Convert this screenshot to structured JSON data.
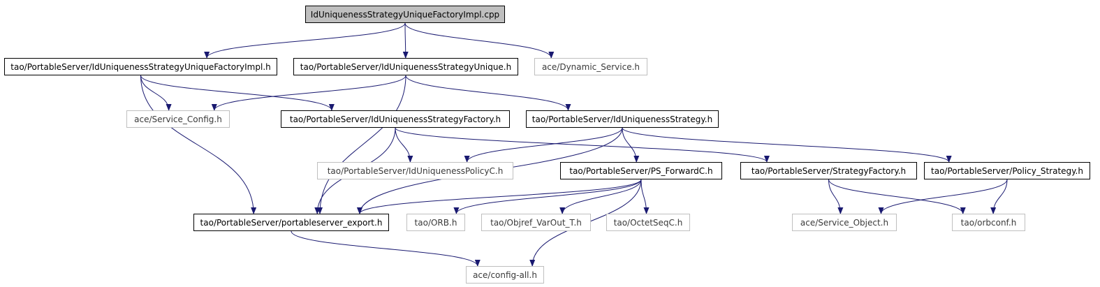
{
  "colors": {
    "edge": "#191970",
    "root_fill": "#bfbfbf",
    "external_border": "#bfbfbf",
    "documented_border": "#000000"
  },
  "nodes": {
    "root": {
      "label": "IdUniquenessStrategyUniqueFactoryImpl.cpp"
    },
    "factory_impl": {
      "label": "tao/PortableServer/IdUniquenessStrategyUniqueFactoryImpl.h"
    },
    "strat_unique": {
      "label": "tao/PortableServer/IdUniquenessStrategyUnique.h"
    },
    "dyn_service": {
      "label": "ace/Dynamic_Service.h"
    },
    "svc_config": {
      "label": "ace/Service_Config.h"
    },
    "strat_factory": {
      "label": "tao/PortableServer/IdUniquenessStrategyFactory.h"
    },
    "strategy": {
      "label": "tao/PortableServer/IdUniquenessStrategy.h"
    },
    "policy_c": {
      "label": "tao/PortableServer/IdUniquenessPolicyC.h"
    },
    "ps_forward": {
      "label": "tao/PortableServer/PS_ForwardC.h"
    },
    "sfactory": {
      "label": "tao/PortableServer/StrategyFactory.h"
    },
    "policy_strat": {
      "label": "tao/PortableServer/Policy_Strategy.h"
    },
    "ps_export": {
      "label": "tao/PortableServer/portableserver_export.h"
    },
    "orb": {
      "label": "tao/ORB.h"
    },
    "objref": {
      "label": "tao/Objref_VarOut_T.h"
    },
    "octet": {
      "label": "tao/OctetSeqC.h"
    },
    "svc_object": {
      "label": "ace/Service_Object.h"
    },
    "orbconf": {
      "label": "tao/orbconf.h"
    },
    "config_all": {
      "label": "ace/config-all.h"
    }
  },
  "edges": [
    [
      "root",
      "factory_impl"
    ],
    [
      "root",
      "strat_unique"
    ],
    [
      "root",
      "dyn_service"
    ],
    [
      "factory_impl",
      "svc_config"
    ],
    [
      "factory_impl",
      "strat_factory"
    ],
    [
      "factory_impl",
      "ps_export"
    ],
    [
      "strat_unique",
      "svc_config"
    ],
    [
      "strat_unique",
      "strategy"
    ],
    [
      "strat_unique",
      "ps_export"
    ],
    [
      "strat_factory",
      "policy_c"
    ],
    [
      "strat_factory",
      "sfactory"
    ],
    [
      "strat_factory",
      "ps_export"
    ],
    [
      "strategy",
      "policy_c"
    ],
    [
      "strategy",
      "ps_forward"
    ],
    [
      "strategy",
      "policy_strat"
    ],
    [
      "strategy",
      "ps_export"
    ],
    [
      "ps_forward",
      "ps_export"
    ],
    [
      "ps_forward",
      "orb"
    ],
    [
      "ps_forward",
      "objref"
    ],
    [
      "ps_forward",
      "octet"
    ],
    [
      "ps_forward",
      "config_all"
    ],
    [
      "sfactory",
      "svc_object"
    ],
    [
      "sfactory",
      "orbconf"
    ],
    [
      "policy_strat",
      "svc_object"
    ],
    [
      "policy_strat",
      "orbconf"
    ],
    [
      "ps_export",
      "config_all"
    ]
  ]
}
